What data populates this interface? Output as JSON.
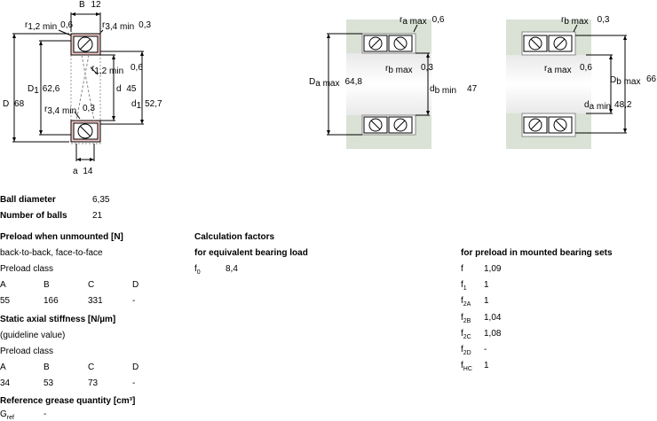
{
  "drawing1": {
    "B_label": "B",
    "B_val": "12",
    "r12_label": "r",
    "r12_sub": "1,2 min",
    "r12_val": "0,6",
    "r34_label": "r",
    "r34_sub": "3,4 min",
    "r34_val": "0,3",
    "r12b_label": "r",
    "r12b_sub": "1,2 min",
    "r12b_val": "0,6",
    "D_label": "D",
    "D_val": "68",
    "D1_label": "D",
    "D1_sub": "1",
    "D1_val": "62,6",
    "d_label": "d",
    "d_val": "45",
    "d1_label": "d",
    "d1_sub": "1",
    "d1_val": "52,7",
    "r34b_label": "r",
    "r34b_sub": "3,4 min",
    "r34b_val": "0,3",
    "a_label": "a",
    "a_val": "14"
  },
  "drawing2": {
    "ra_label": "r",
    "ra_sub": "a max",
    "ra_val": "0,6",
    "rb_label": "r",
    "rb_sub": "b max",
    "rb_val": "0,3",
    "Da_label": "D",
    "Da_sub": "a max",
    "Da_val": "64,8",
    "db_label": "d",
    "db_sub": "b min",
    "db_val": "47"
  },
  "drawing3": {
    "rb_label": "r",
    "rb_sub": "b max",
    "rb_val": "0,3",
    "ra_label": "r",
    "ra_sub": "a max",
    "ra_val": "0,6",
    "Db_label": "D",
    "Db_sub": "b max",
    "Db_val": "66",
    "da_label": "d",
    "da_sub": "a min",
    "da_val": "48,2"
  },
  "ball_diameter": {
    "label": "Ball diameter",
    "value": "6,35"
  },
  "number_of_balls": {
    "label": "Number of balls",
    "value": "21"
  },
  "preload": {
    "heading": "Preload when unmounted [N]",
    "arrangement": "back-to-back, face-to-face",
    "class_label": "Preload class",
    "classes": [
      "A",
      "B",
      "C",
      "D"
    ],
    "values": [
      "55",
      "166",
      "331",
      "-"
    ]
  },
  "stiffness": {
    "heading": "Static axial stiffness [N/µm]",
    "note": "(guideline value)",
    "class_label": "Preload class",
    "classes": [
      "A",
      "B",
      "C",
      "D"
    ],
    "values": [
      "34",
      "53",
      "73",
      "-"
    ]
  },
  "grease": {
    "heading": "Reference grease quantity [cm³]",
    "label": "G",
    "sub": "ref",
    "value": "-"
  },
  "calc": {
    "heading": "Calculation factors",
    "equiv_heading": "for equivalent bearing load",
    "f0_label": "f",
    "f0_sub": "0",
    "f0_val": "8,4"
  },
  "mounted": {
    "heading": "for preload in mounted bearing sets",
    "rows": [
      {
        "label": "f",
        "sub": "",
        "value": "1,09"
      },
      {
        "label": "f",
        "sub": "1",
        "value": "1"
      },
      {
        "label": "f",
        "sub": "2A",
        "value": "1"
      },
      {
        "label": "f",
        "sub": "2B",
        "value": "1,04"
      },
      {
        "label": "f",
        "sub": "2C",
        "value": "1,08"
      },
      {
        "label": "f",
        "sub": "2D",
        "value": "-"
      },
      {
        "label": "f",
        "sub": "HC",
        "value": "1"
      }
    ]
  },
  "colors": {
    "pink": "#f2c7c7",
    "hatch": "#d9e2d5",
    "gray": "#a0a0a0"
  }
}
